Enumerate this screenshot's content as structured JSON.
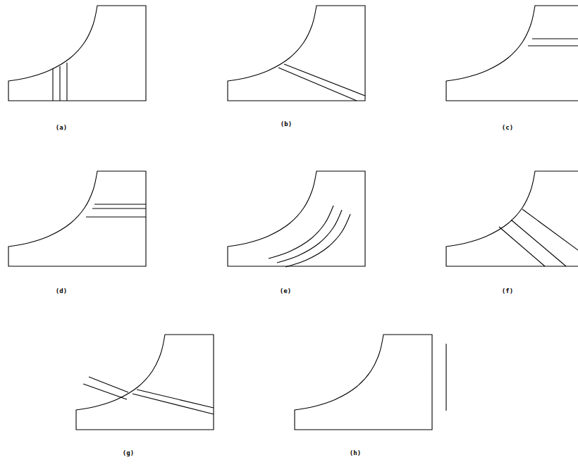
{
  "diagram": {
    "labels": [
      "(a)",
      "(b)",
      "(c)",
      "(d)",
      "(e)",
      "(f)",
      "(g)",
      "(h)"
    ]
  }
}
